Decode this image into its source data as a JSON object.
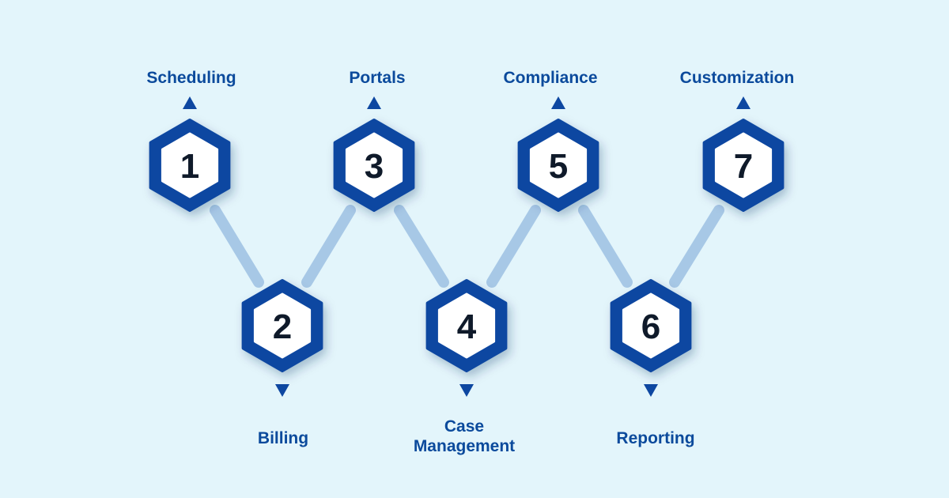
{
  "colors": {
    "background": "#e3f5fb",
    "hex_fill": "#0d47a1",
    "hex_inner": "#ffffff",
    "connector": "#a7c8e6",
    "label_text": "#0b4a9c",
    "arrow": "#0d47a1",
    "number_text": "#0f1a2a"
  },
  "steps": [
    {
      "number": "1",
      "label": "Scheduling",
      "arrow": "up-triangle-icon"
    },
    {
      "number": "2",
      "label": "Billing",
      "arrow": "down-triangle-icon"
    },
    {
      "number": "3",
      "label": "Portals",
      "arrow": "up-triangle-icon"
    },
    {
      "number": "4",
      "label": "Case Management",
      "arrow": "down-triangle-icon"
    },
    {
      "number": "5",
      "label": "Compliance",
      "arrow": "up-triangle-icon"
    },
    {
      "number": "6",
      "label": "Reporting",
      "arrow": "down-triangle-icon"
    },
    {
      "number": "7",
      "label": "Customization",
      "arrow": "up-triangle-icon"
    }
  ]
}
